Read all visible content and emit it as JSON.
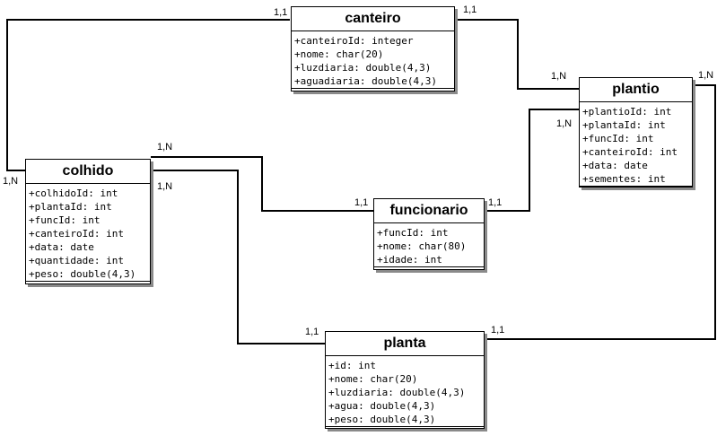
{
  "entities": {
    "canteiro": {
      "title": "canteiro",
      "attrs": [
        "+canteiroId: integer",
        "+nome: char(20)",
        "+luzdiaria: double(4,3)",
        "+aguadiaria: double(4,3)"
      ]
    },
    "plantio": {
      "title": "plantio",
      "attrs": [
        "+plantioId: int",
        "+plantaId: int",
        "+funcId: int",
        "+canteiroId: int",
        "+data: date",
        "+sementes: int"
      ]
    },
    "colhido": {
      "title": "colhido",
      "attrs": [
        "+colhidoId: int",
        "+plantaId: int",
        "+funcId: int",
        "+canteiroId: int",
        "+data: date",
        "+quantidade: int",
        "+peso: double(4,3)"
      ]
    },
    "funcionario": {
      "title": "funcionario",
      "attrs": [
        "+funcId: int",
        "+nome: char(80)",
        "+idade: int"
      ]
    },
    "planta": {
      "title": "planta",
      "attrs": [
        "+id: int",
        "+nome: char(20)",
        "+luzdiaria: double(4,3)",
        "+agua: double(4,3)",
        "+peso: double(4,3)"
      ]
    }
  },
  "cardinalities": {
    "canteiro_colhido_a": "1,1",
    "canteiro_plantio_a": "1,1",
    "canteiro_plantio_b": "1,N",
    "plantio_func_b": "1,N",
    "plantio_planta_b": "1,N",
    "colhido_canteiro_b": "1,N",
    "colhido_func_a": "1,N",
    "colhido_planta_a": "1,N",
    "func_colhido_b": "1,1",
    "func_plantio_a": "1,1",
    "planta_colhido_b": "1,1",
    "planta_plantio_a": "1,1"
  }
}
